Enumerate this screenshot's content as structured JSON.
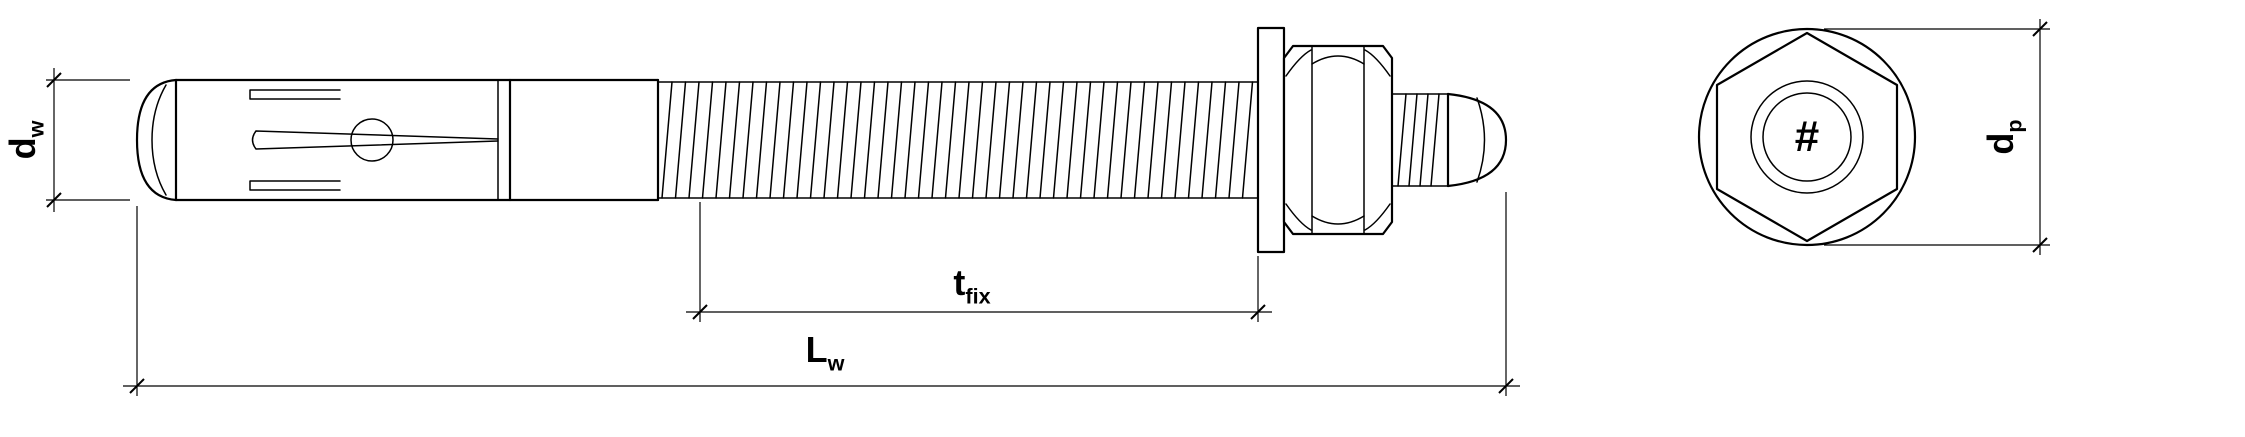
{
  "colors": {
    "line": "#000000",
    "background": "#ffffff"
  },
  "dimensions": {
    "dw": {
      "main": "d",
      "sub": "w"
    },
    "tfix": {
      "main": "t",
      "sub": "fix"
    },
    "lw": {
      "main": "L",
      "sub": "w"
    },
    "dp": {
      "main": "d",
      "sub": "p"
    }
  },
  "front_view": {
    "center_mark": "#"
  }
}
